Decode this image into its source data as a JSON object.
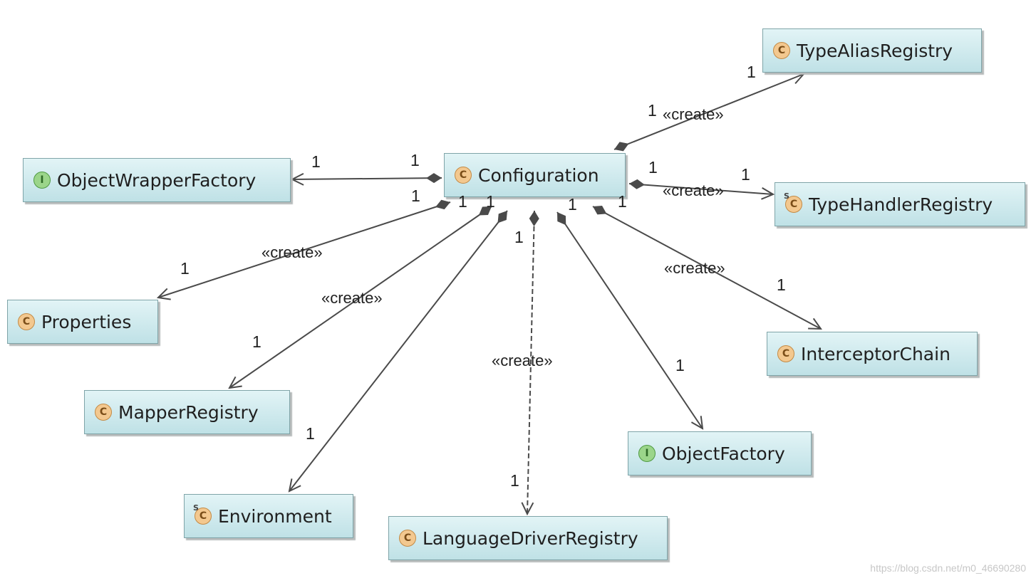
{
  "nodes": {
    "configuration": {
      "label": "Configuration",
      "icon": "class-icon"
    },
    "type_alias_registry": {
      "label": "TypeAliasRegistry",
      "icon": "class-icon"
    },
    "object_wrapper_factory": {
      "label": "ObjectWrapperFactory",
      "icon": "interface-icon"
    },
    "type_handler_registry": {
      "label": "TypeHandlerRegistry",
      "icon": "static-class-icon"
    },
    "properties": {
      "label": "Properties",
      "icon": "class-icon"
    },
    "interceptor_chain": {
      "label": "InterceptorChain",
      "icon": "class-icon"
    },
    "mapper_registry": {
      "label": "MapperRegistry",
      "icon": "class-icon"
    },
    "object_factory": {
      "label": "ObjectFactory",
      "icon": "interface-icon"
    },
    "environment": {
      "label": "Environment",
      "icon": "static-class-icon"
    },
    "language_driver_registry": {
      "label": "LanguageDriverRegistry",
      "icon": "class-icon"
    }
  },
  "icon_glyphs": {
    "class": "C",
    "interface": "I",
    "static": "S"
  },
  "multiplicity": "1",
  "stereotype": "«create»",
  "watermark": "https://blog.csdn.net/m0_46690280",
  "colors": {
    "box_fill_top": "#e2f4f6",
    "box_fill_bottom": "#bfe1e6",
    "line": "#4a4a4a",
    "class_icon": "#f3c88f",
    "interface_icon": "#9bd58a"
  }
}
